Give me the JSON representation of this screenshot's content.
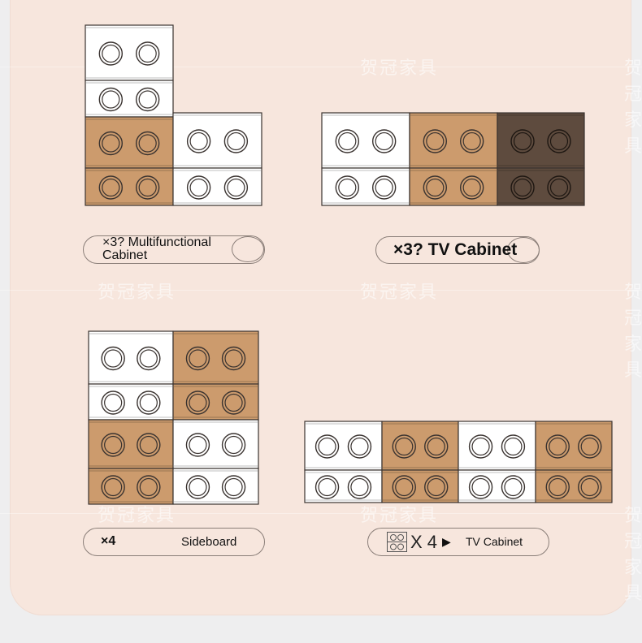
{
  "watermark": "贺冠家具",
  "colors": {
    "white": "#ffffff",
    "tan": "#cc9b6d",
    "dark": "#5e4b3e",
    "outline": "#3a3330",
    "background": "#f7e6dd"
  },
  "labels": {
    "multifunctional_cabinet": {
      "count": "×3?",
      "name": "Multifunctional Cabinet"
    },
    "tv_cabinet_top": {
      "count": "×3?",
      "name": "TV Cabinet"
    },
    "sideboard": {
      "count": "×4",
      "name": "Sideboard"
    },
    "tv_cabinet_bottom": {
      "count": "X 4",
      "arrow": "▶",
      "name": "TV Cabinet",
      "icon": "drawer-icon"
    }
  }
}
